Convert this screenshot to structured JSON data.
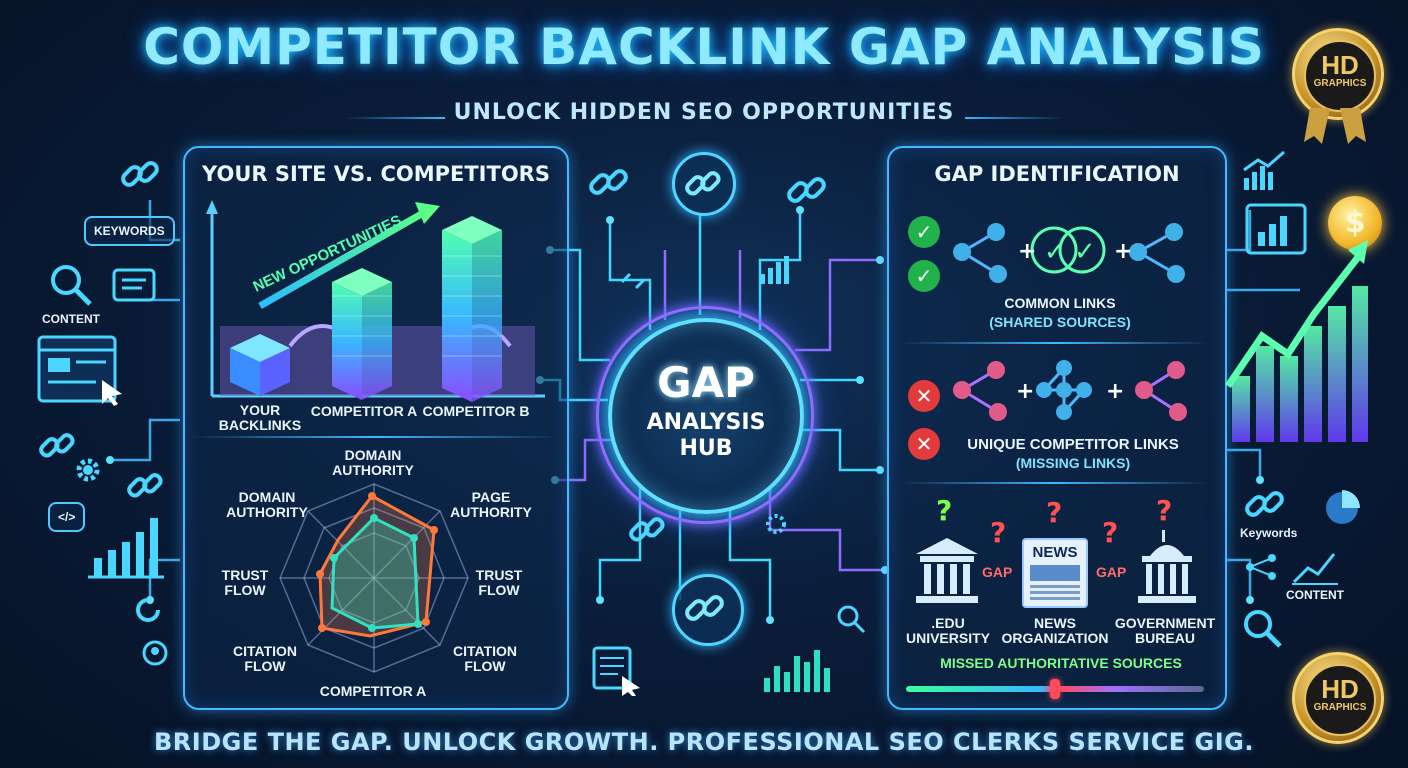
{
  "header": {
    "title": "COMPETITOR BACKLINK GAP ANALYSIS",
    "subtitle": "UNLOCK HIDDEN SEO OPPORTUNITIES"
  },
  "badges": {
    "top": {
      "hd": "HD",
      "sub": "GRAPHICS"
    },
    "bottom": {
      "hd": "HD",
      "sub": "GRAPHICS"
    }
  },
  "left_decor": {
    "keywords": "KEYWORDS",
    "content": "CONTENT",
    "code": "</>"
  },
  "right_decor": {
    "keywords": "Keywords",
    "content": "CONTENT",
    "dollar": "$"
  },
  "left_panel": {
    "title": "YOUR SITE VS. COMPETITORS",
    "arrow_label": "NEW OPPORTUNITIES",
    "bars": [
      {
        "label_1": "YOUR",
        "label_2": "BACKLINKS"
      },
      {
        "label_1": "COMPETITOR A",
        "label_2": ""
      },
      {
        "label_1": "COMPETITOR B",
        "label_2": ""
      }
    ],
    "radar": {
      "axes": [
        {
          "l1": "DOMAIN",
          "l2": "AUTHORITY"
        },
        {
          "l1": "PAGE",
          "l2": "AUTHORITY"
        },
        {
          "l1": "TRUST",
          "l2": "FLOW"
        },
        {
          "l1": "CITATION",
          "l2": "FLOW"
        },
        {
          "l1": "COMPETITOR A",
          "l2": ""
        },
        {
          "l1": "CITATION",
          "l2": "FLOW"
        },
        {
          "l1": "TRUST",
          "l2": "FLOW"
        },
        {
          "l1": "DOMAIN",
          "l2": "AUTHORITY"
        }
      ]
    }
  },
  "hub": {
    "line1": "GAP",
    "line2": "ANALYSIS",
    "line3": "HUB"
  },
  "right_panel": {
    "title": "GAP IDENTIFICATION",
    "common": {
      "title": "COMMON LINKS",
      "sub": "(SHARED SOURCES)"
    },
    "unique": {
      "title": "UNIQUE COMPETITOR LINKS",
      "sub": "(MISSING LINKS)"
    },
    "sources": [
      {
        "l1": ".EDU",
        "l2": "UNIVERSITY"
      },
      {
        "l1": "NEWS",
        "l2": "ORGANIZATION"
      },
      {
        "l1": "GOVERNMENT",
        "l2": "BUREAU"
      }
    ],
    "news_sign": "NEWS",
    "gap_word": "GAP",
    "missed": "MISSED AUTHORITATIVE SOURCES"
  },
  "footer": {
    "text": "BRIDGE THE GAP. UNLOCK GROWTH. PROFESSIONAL SEO CLERKS SERVICE GIG."
  },
  "colors": {
    "accent": "#45b8ff",
    "hub_ring": "#8f6cff",
    "check": "#22b24c",
    "cross": "#e23b3b",
    "competitor_a_line": "#ff7a3a",
    "your_site_line": "#34e0c0"
  }
}
